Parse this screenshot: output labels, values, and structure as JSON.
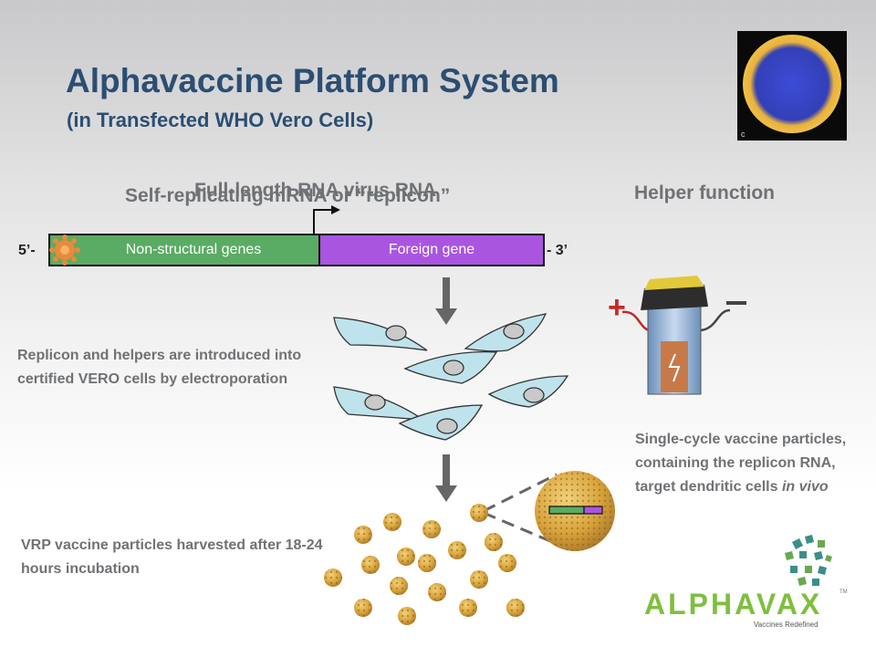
{
  "header": {
    "title": "Alphavaccine Platform System",
    "subtitle": "(in Transfected WHO Vero Cells)"
  },
  "photo": {
    "corner_label": "c"
  },
  "construct": {
    "label_behind": "Full-length RNA virus RNA",
    "label_front": "Self-replicating mRNA or “replicon”",
    "five_prime": "5’-",
    "three_prime": "- 3’",
    "nonstructural": "Non-structural genes",
    "foreign": "Foreign gene"
  },
  "helper": {
    "heading": "Helper function"
  },
  "notes": {
    "electroporation": "Replicon and helpers are introduced into certified VERO cells by electroporation",
    "harvest": "VRP vaccine particles harvested after 18-24 hours incubation",
    "single_cycle_pre": "Single-cycle vaccine particles, containing the replicon RNA, target dendritic cells",
    "single_cycle_italic": "in vivo"
  },
  "logo": {
    "wordmark": "ALPHAVAX",
    "tagline": "Vaccines Redefined",
    "tm": "TM"
  },
  "colors": {
    "title": "#2b4e72",
    "nonstructural": "#5aab64",
    "foreign": "#a955e0",
    "particle": "#d9a43c",
    "cell": "#bfe3ec",
    "logo_green": "#7fbf3f",
    "logo_teal": "#3a8f88"
  }
}
